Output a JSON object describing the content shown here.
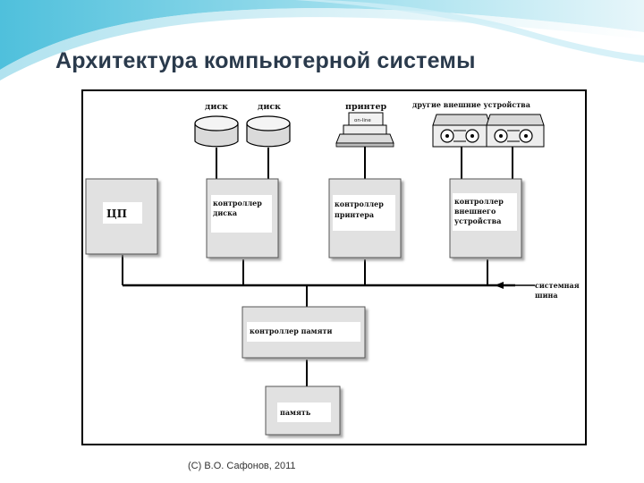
{
  "slide": {
    "title": "Архитектура компьютерной системы",
    "footer": "(C) В.О. Сафонов, 2011"
  },
  "diagram": {
    "devices": {
      "disk1": "диск",
      "disk2": "диск",
      "printer": "принтер",
      "printer_panel": "on-line",
      "other": "другие внешние устройства"
    },
    "controllers": {
      "cpu": "ЦП",
      "disk_line1": "контроллер",
      "disk_line2": "диска",
      "printer_line1": "контроллер",
      "printer_line2": "принтера",
      "external_line1": "контроллер",
      "external_line2": "внешнего",
      "external_line3": "устройства",
      "memory_controller": "контроллер памяти",
      "memory": "память"
    },
    "bus_label_line1": "системная",
    "bus_label_line2": "шина"
  }
}
